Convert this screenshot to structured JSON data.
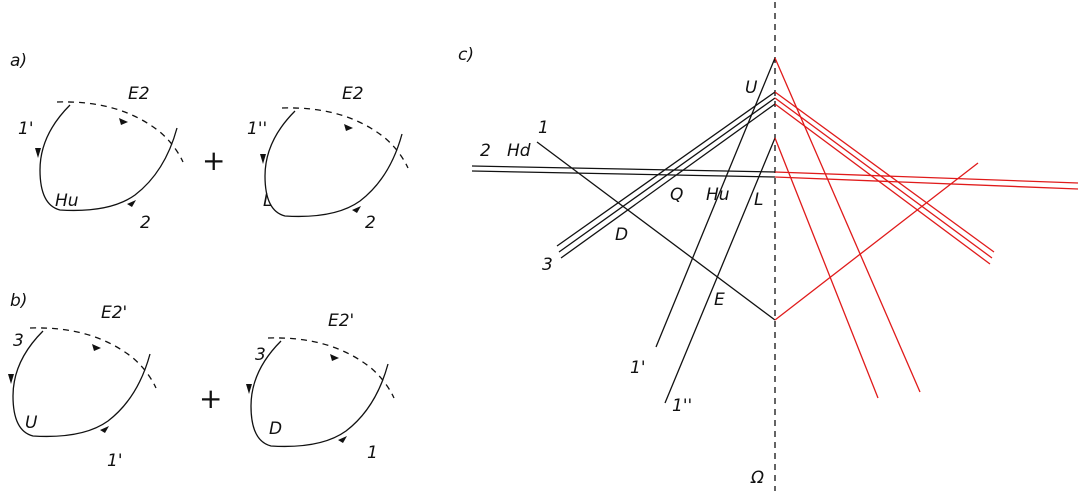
{
  "colors": {
    "ink": "#111111",
    "red": "#e01b1b",
    "background": "#ffffff"
  },
  "panel_a": {
    "label": "a)",
    "plus": "+",
    "left": {
      "in": "1'",
      "top": "E2",
      "center": "Hu",
      "out": "2"
    },
    "right": {
      "in": "1''",
      "top": "E2",
      "center": "L",
      "out": "2"
    }
  },
  "panel_b": {
    "label": "b)",
    "plus": "+",
    "left": {
      "in": "3",
      "top": "E2'",
      "center": "U",
      "out": "1'"
    },
    "right": {
      "in": "3",
      "top": "E2'",
      "center": "D",
      "out": "1"
    }
  },
  "panel_c": {
    "label": "c)",
    "axis_label": "Ω",
    "lines": {
      "one": "1",
      "two": "2",
      "hd": "Hd",
      "three": "3",
      "one_prime": "1'",
      "one_dprime": "1''"
    },
    "points": {
      "U": "U",
      "Q": "Q",
      "Hu": "Hu",
      "L": "L",
      "D": "D",
      "E": "E"
    }
  }
}
